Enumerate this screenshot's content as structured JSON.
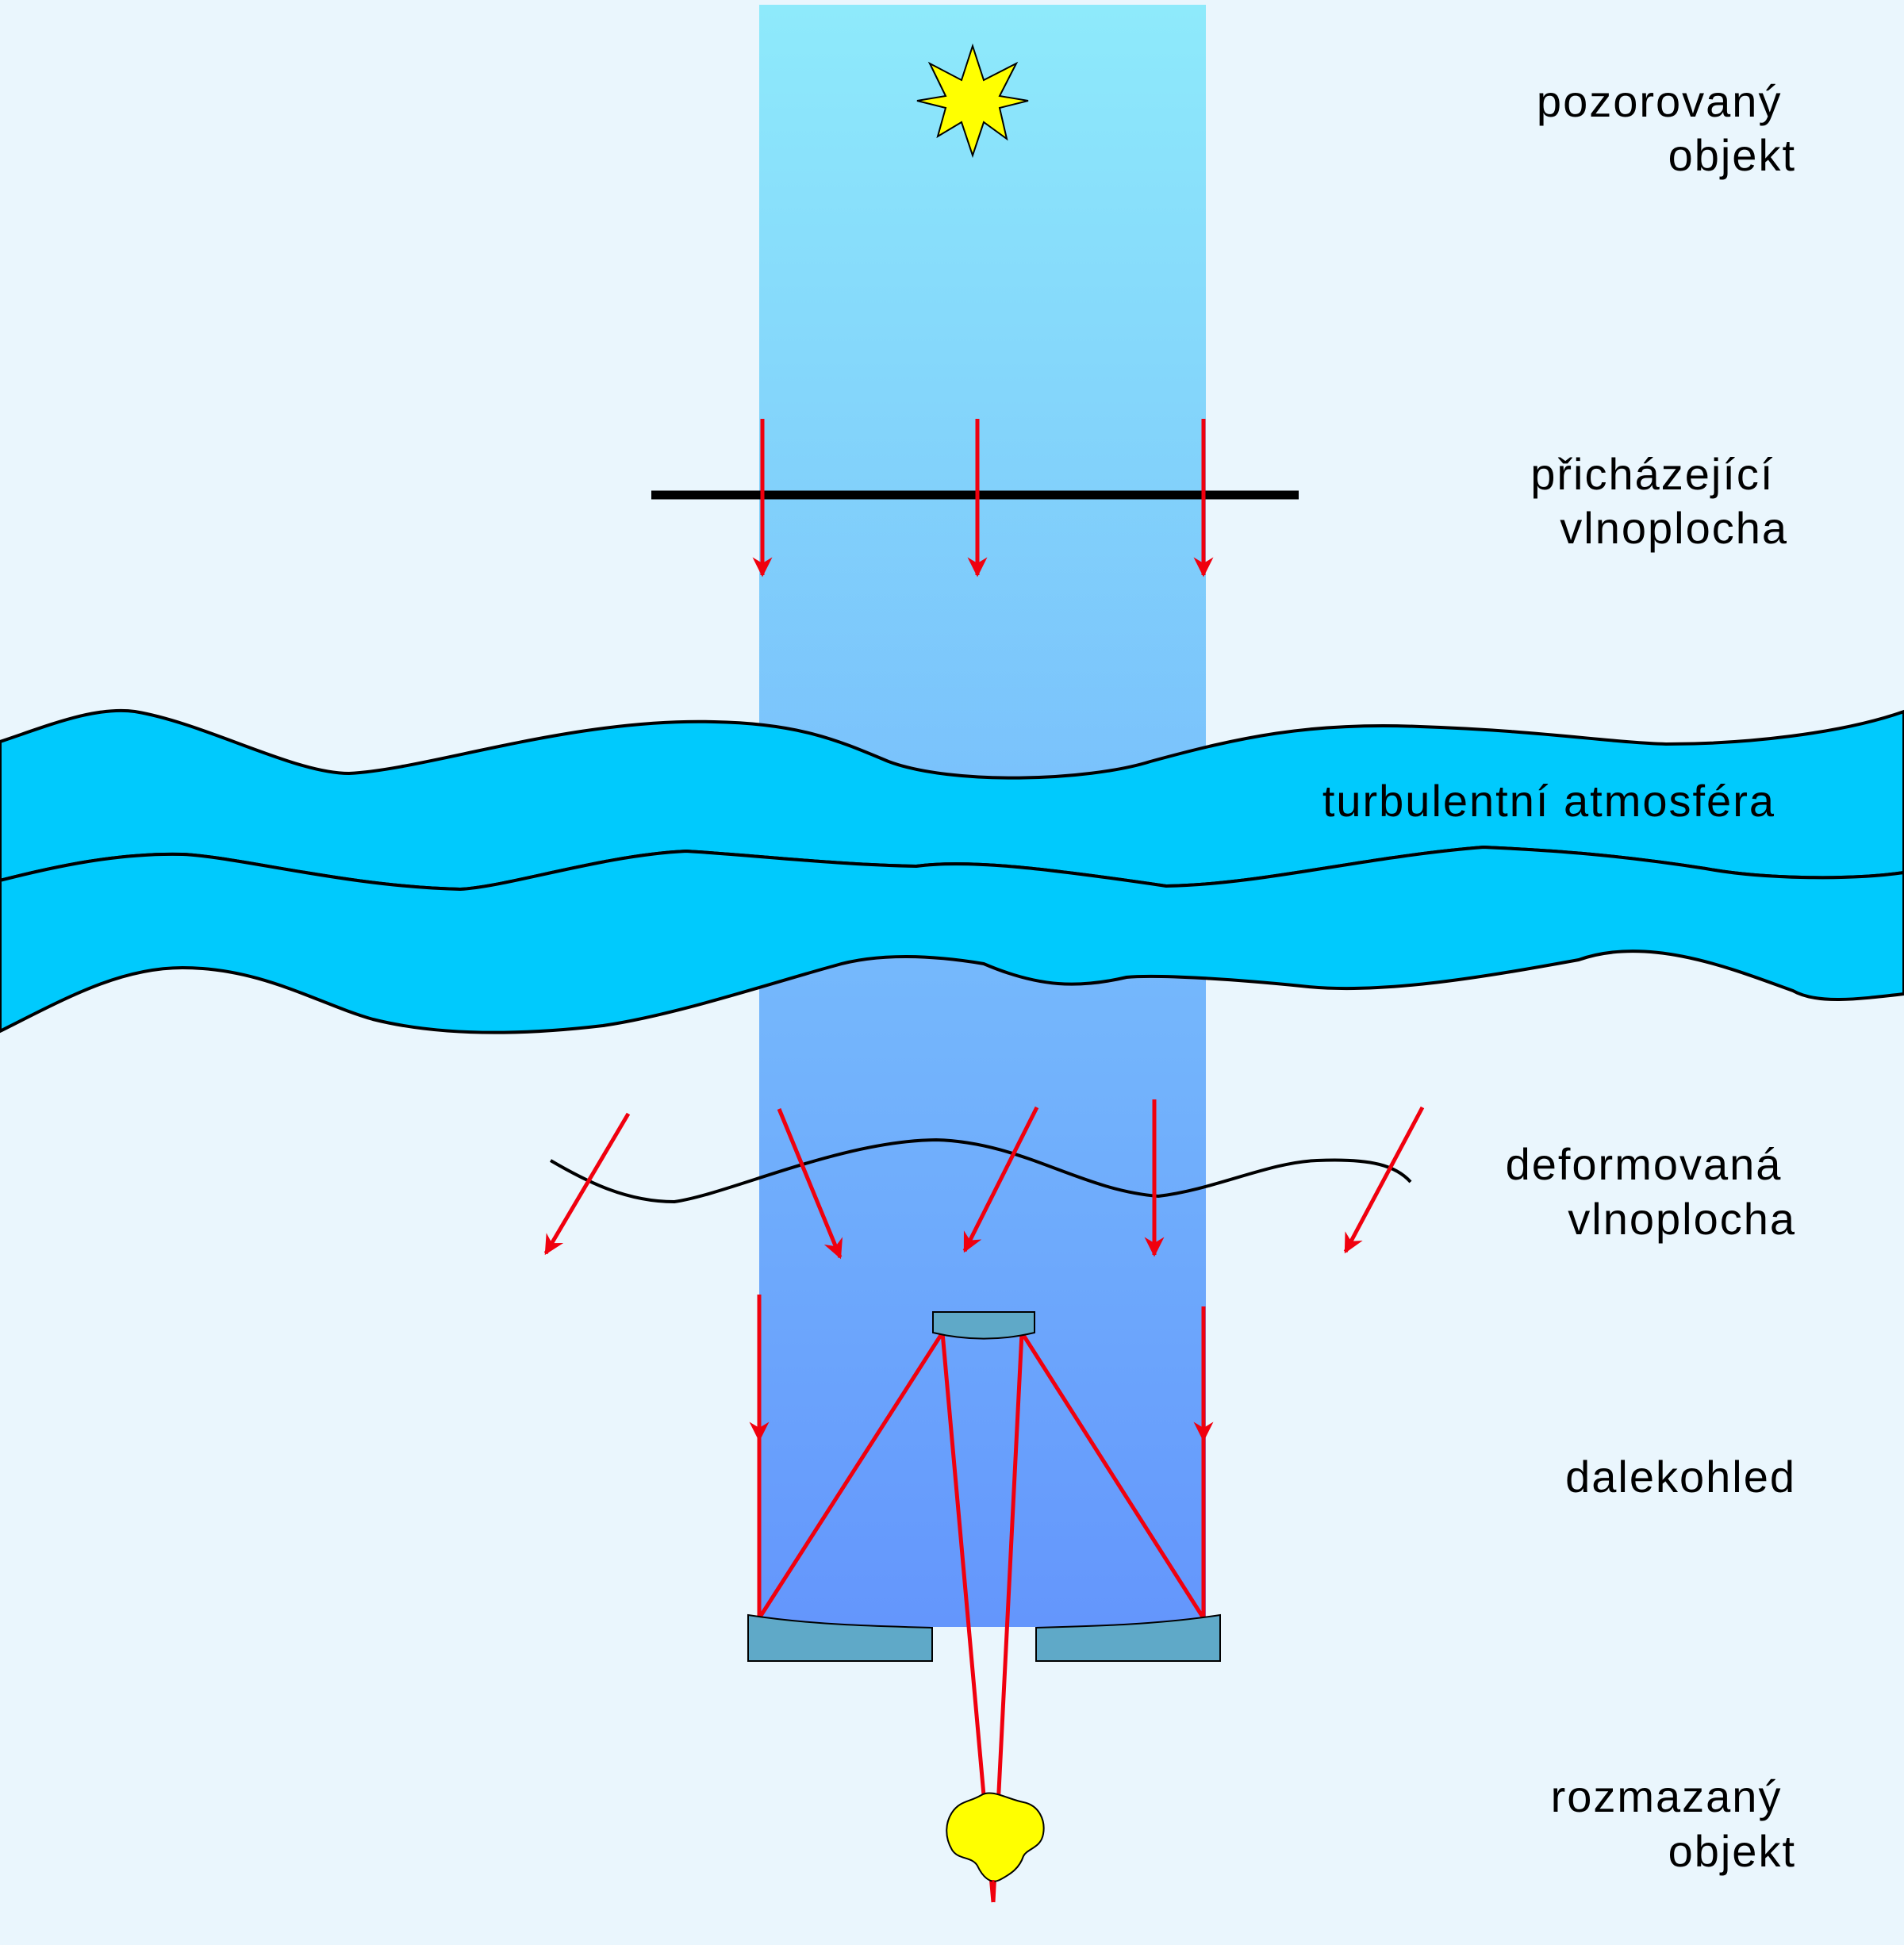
{
  "labels": {
    "observed_object": [
      "pozorovaný",
      "objekt"
    ],
    "incoming_wavefront": [
      "přicházející",
      "vlnoplocha"
    ],
    "turbulent_atmosphere": "turbulentní atmosféra",
    "deformed_wavefront": [
      "deformovaná",
      "vlnoplocha"
    ],
    "telescope": "dalekohled",
    "blurred_object": [
      "rozmazaný",
      "objekt"
    ]
  },
  "colors": {
    "background": "#eaf6fd",
    "beam_top": "#8eeafb",
    "beam_bottom": "#6496fc",
    "atmosphere": "#00cafd",
    "ray": "#f0000e",
    "mirror": "#5fa9c8",
    "star": "#ffff00",
    "outline": "#000000"
  },
  "icons": {
    "observed_object": "eight-point-star-icon",
    "blurred_object": "blurred-blob-icon"
  }
}
